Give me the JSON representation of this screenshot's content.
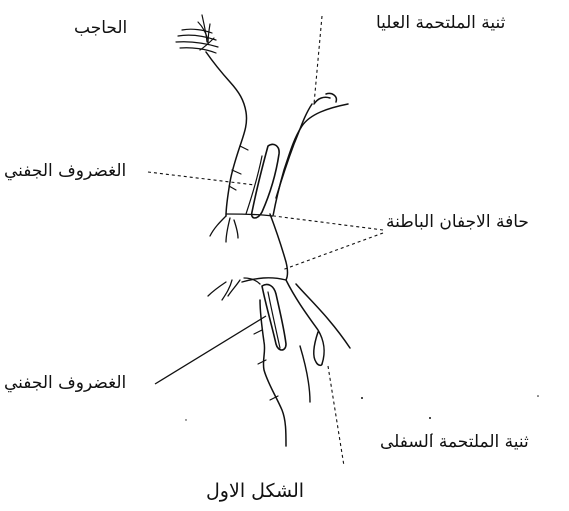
{
  "labels": {
    "eyebrow": "الحاجب",
    "upper_fold": "ثنية الملتحمة العليا",
    "tarsal_upper": "الغضروف الجفني",
    "lid_margin": "حافة الاجفان الباطنة",
    "tarsal_lower": "الغضروف الجفني",
    "lower_fold": "ثنية الملتحمة السفلى"
  },
  "caption": "الشكل الاول",
  "colors": {
    "ink": "#111111",
    "paper": "#ffffff"
  }
}
